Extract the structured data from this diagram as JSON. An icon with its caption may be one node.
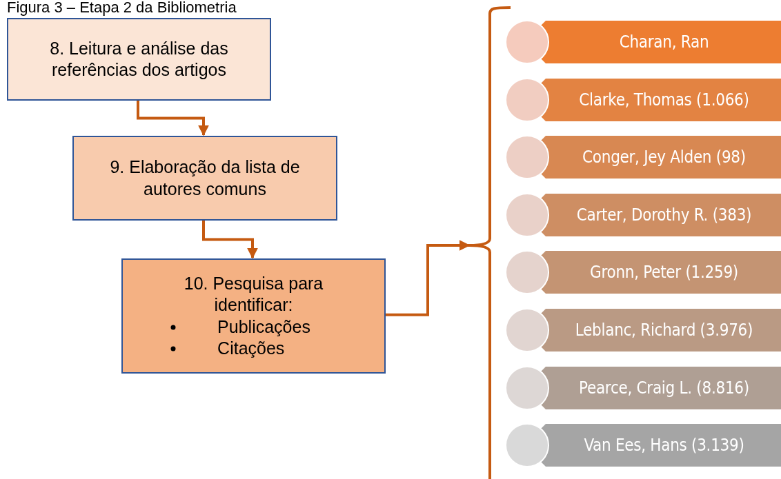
{
  "diagram": {
    "title": "Figura 3 – Etapa 2 da Bibliometria",
    "nodes": [
      {
        "text": [
          "8. Leitura e análise das referências dos artigos"
        ]
      },
      {
        "text": [
          "9. Elaboração da lista de autores comuns"
        ]
      },
      {
        "text": [
          "10. Pesquisa para identificar:",
          "Publicações",
          "Citações"
        ]
      },
      {
        "text": [],
        "shape": "brace"
      },
      {
        "text": [
          "Charan, Ran"
        ]
      },
      {
        "text": [
          "Clarke, Thomas (1.066)"
        ]
      },
      {
        "text": [
          "Conger, Jey Alden (98)"
        ]
      },
      {
        "text": [
          "Carter, Dorothy R. (383)"
        ]
      },
      {
        "text": [
          "Gronn, Peter (1.259)"
        ]
      },
      {
        "text": [
          "Leblanc, Richard (3.976)"
        ]
      },
      {
        "text": [
          "Pearce, Craig L. (8.816)"
        ]
      },
      {
        "text": [
          "Van Ees, Hans  (3.139)"
        ]
      }
    ],
    "edges": [
      {
        "from": 0,
        "to": 1,
        "arrow": "to"
      },
      {
        "from": 1,
        "to": 2,
        "arrow": "to"
      },
      {
        "from": 2,
        "to": 3,
        "arrow": "to"
      }
    ]
  }
}
